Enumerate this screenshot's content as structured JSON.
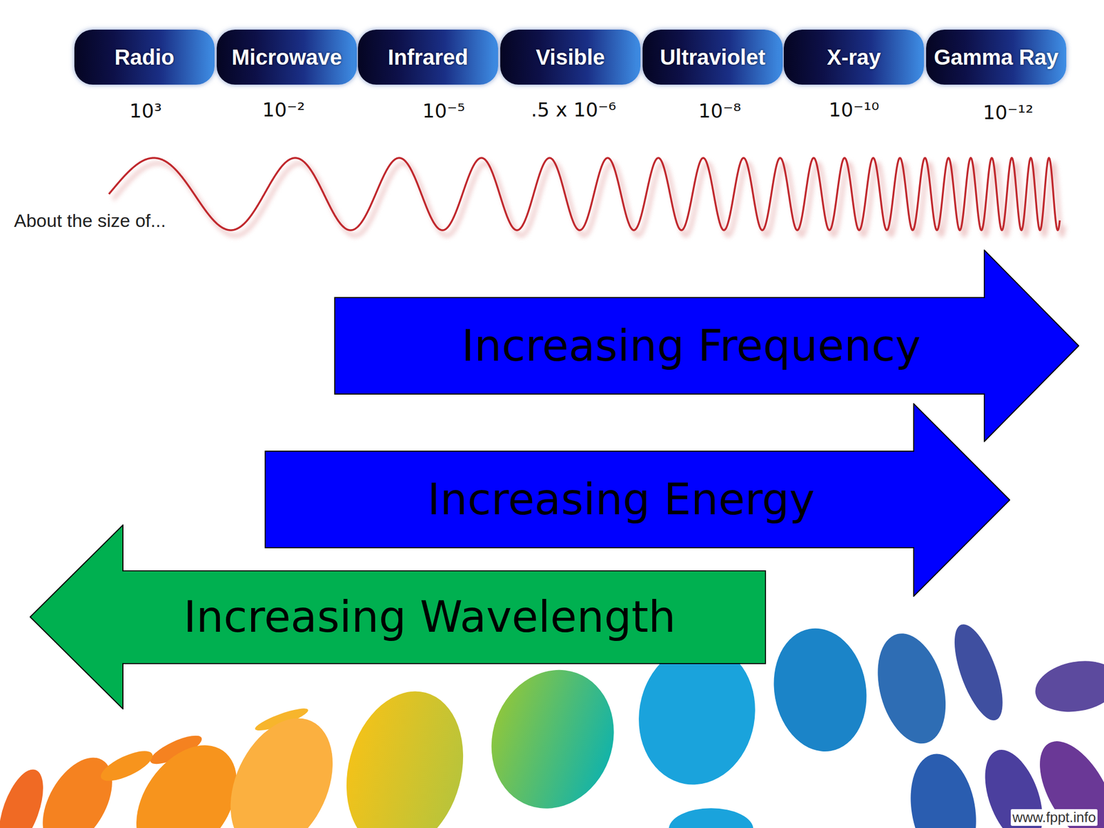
{
  "diagram": {
    "nodes": [
      {
        "text": [
          "Radio"
        ]
      },
      {
        "text": [
          "Microwave"
        ]
      },
      {
        "text": [
          "Infrared"
        ]
      },
      {
        "text": [
          "Visible"
        ]
      },
      {
        "text": [
          "Ultraviolet"
        ]
      },
      {
        "text": [
          "X-ray"
        ]
      },
      {
        "text": [
          "Gamma Ray"
        ]
      },
      {
        "text": [
          "Increasing Frequency"
        ]
      },
      {
        "text": [
          "Increasing Energy"
        ]
      },
      {
        "text": [
          "Increasing Wavelength"
        ]
      }
    ],
    "labels": [
      "10³",
      "10⁻²",
      "10⁻⁵",
      ".5 x 10⁻⁶",
      "10⁻⁸",
      "10⁻¹⁰",
      "10⁻¹²",
      "About the size of...",
      "www.fppt.info"
    ]
  }
}
